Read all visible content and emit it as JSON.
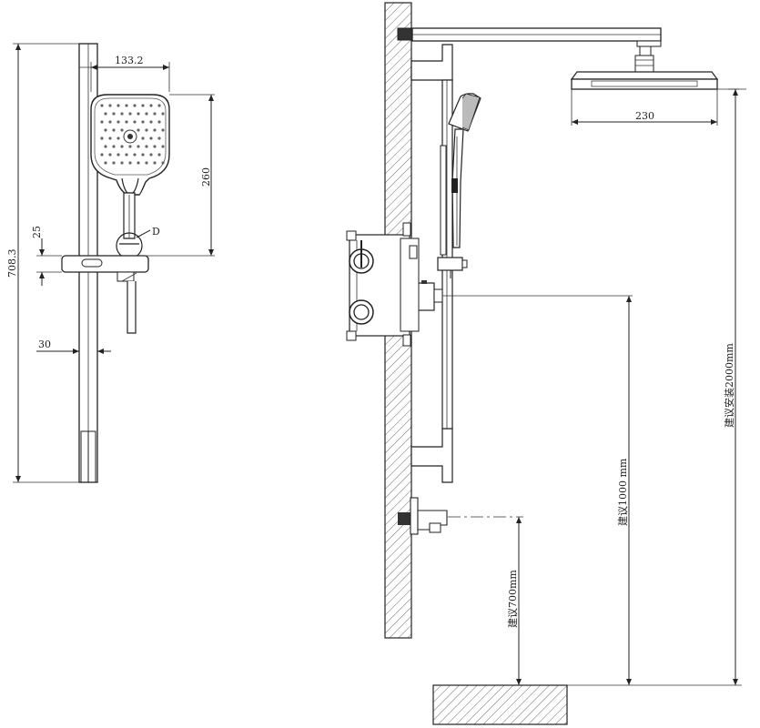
{
  "dimensions": {
    "handset_width": "133.2",
    "handset_height": "260",
    "bracket_offset": "25",
    "total_height": "708.3",
    "rail_width": "30",
    "detail_label": "D",
    "rain_shower_width": "230",
    "recommend_700": "建议700mm",
    "recommend_1000": "建议1000 mm",
    "recommend_2000": "建议安装2000mm"
  }
}
